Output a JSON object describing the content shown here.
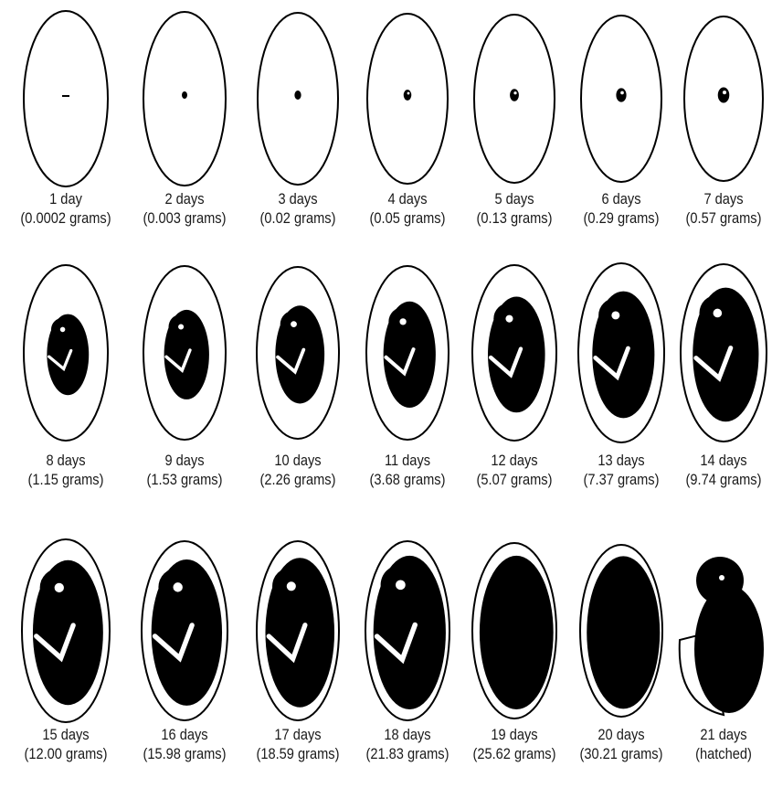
{
  "colors": {
    "background": "#ffffff",
    "ink": "#000000",
    "text": "#1a1a1a"
  },
  "stages": [
    {
      "day": "1 day",
      "weight": "(0.0002 grams)",
      "growth": 0.03
    },
    {
      "day": "2 days",
      "weight": "(0.003 grams)",
      "growth": 0.06
    },
    {
      "day": "3 days",
      "weight": "(0.02 grams)",
      "growth": 0.09
    },
    {
      "day": "4 days",
      "weight": "(0.05 grams)",
      "growth": 0.12
    },
    {
      "day": "5 days",
      "weight": "(0.13 grams)",
      "growth": 0.15
    },
    {
      "day": "6 days",
      "weight": "(0.29 grams)",
      "growth": 0.18
    },
    {
      "day": "7 days",
      "weight": "(0.57 grams)",
      "growth": 0.21
    },
    {
      "day": "8 days",
      "weight": "(1.15 grams)",
      "growth": 0.27
    },
    {
      "day": "9 days",
      "weight": "(1.53 grams)",
      "growth": 0.36
    },
    {
      "day": "10 days",
      "weight": "(2.26 grams)",
      "growth": 0.45
    },
    {
      "day": "11 days",
      "weight": "(3.68 grams)",
      "growth": 0.52
    },
    {
      "day": "12 days",
      "weight": "(5.07 grams)",
      "growth": 0.6
    },
    {
      "day": "13 days",
      "weight": "(7.37 grams)",
      "growth": 0.68
    },
    {
      "day": "14 days",
      "weight": "(9.74 grams)",
      "growth": 0.76
    },
    {
      "day": "15 days",
      "weight": "(12.00 grams)",
      "growth": 0.82
    },
    {
      "day": "16 days",
      "weight": "(15.98 grams)",
      "growth": 0.86
    },
    {
      "day": "17 days",
      "weight": "(18.59 grams)",
      "growth": 0.89
    },
    {
      "day": "18 days",
      "weight": "(21.83 grams)",
      "growth": 0.93
    },
    {
      "day": "19 days",
      "weight": "(25.62 grams)",
      "growth": 0.96
    },
    {
      "day": "20 days",
      "weight": "(30.21 grams)",
      "growth": 0.98
    },
    {
      "day": "21 days",
      "weight": "(hatched)",
      "growth": 1.0
    }
  ]
}
